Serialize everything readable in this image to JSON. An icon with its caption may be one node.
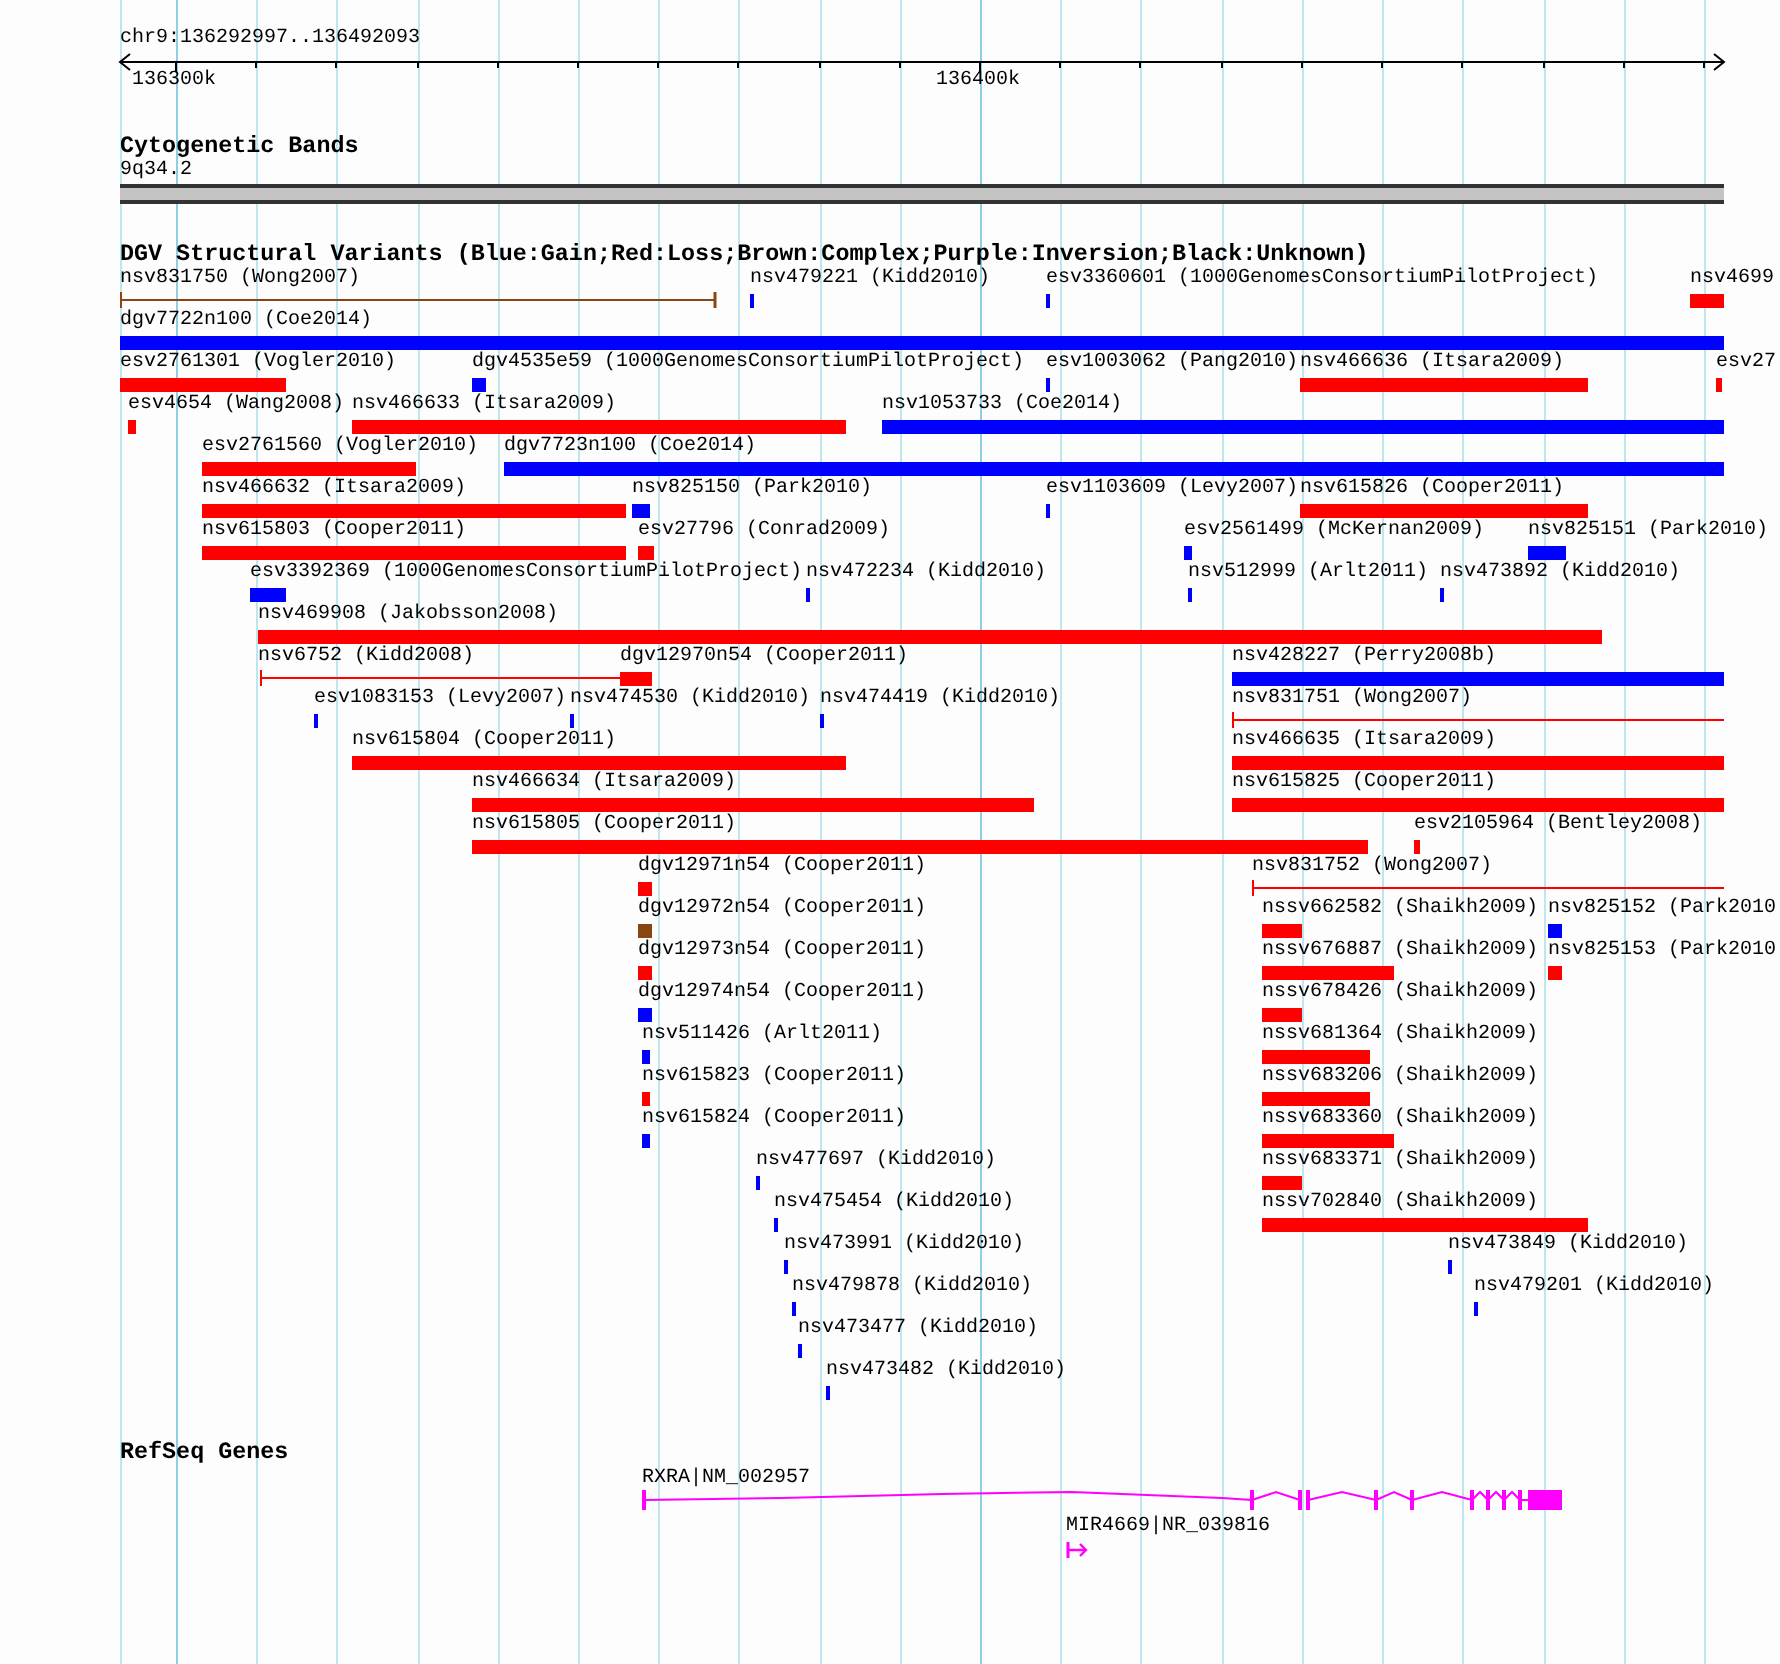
{
  "diagram": {
    "nodes": [
      {
        "text": [
          "nsv831750 (Wong2007)"
        ]
      },
      {
        "text": [
          "nsv479221 (Kidd2010)"
        ]
      },
      {
        "text": [
          "esv3360601 (1000GenomesConsortiumPilotProject)"
        ]
      },
      {
        "text": [
          "nsv4699"
        ]
      },
      {
        "text": [
          "dgv7722n100 (Coe2014)"
        ]
      },
      {
        "text": [
          "esv2761301 (Vogler2010)"
        ]
      },
      {
        "text": [
          "dgv4535e59 (1000GenomesConsortiumPilotProject)"
        ]
      },
      {
        "text": [
          "esv1003062 (Pang2010)"
        ]
      },
      {
        "text": [
          "nsv466636 (Itsara2009)"
        ]
      },
      {
        "text": [
          "esv27"
        ]
      },
      {
        "text": [
          "esv4654 (Wang2008)"
        ]
      },
      {
        "text": [
          "nsv466633 (Itsara2009)"
        ]
      },
      {
        "text": [
          "nsv1053733 (Coe2014)"
        ]
      },
      {
        "text": [
          "esv2761560 (Vogler2010)"
        ]
      },
      {
        "text": [
          "dgv7723n100 (Coe2014)"
        ]
      },
      {
        "text": [
          "nsv466632 (Itsara2009)"
        ]
      },
      {
        "text": [
          "nsv825150 (Park2010)"
        ]
      },
      {
        "text": [
          "esv1103609 (Levy2007)"
        ]
      },
      {
        "text": [
          "nsv615826 (Cooper2011)"
        ]
      },
      {
        "text": [
          "nsv615803 (Cooper2011)"
        ]
      },
      {
        "text": [
          "esv27796 (Conrad2009)"
        ]
      },
      {
        "text": [
          "esv2561499 (McKernan2009)"
        ]
      },
      {
        "text": [
          "nsv825151 (Park2010)"
        ]
      },
      {
        "text": [
          "esv3392369 (1000GenomesConsortiumPilotProject)"
        ]
      },
      {
        "text": [
          "nsv472234 (Kidd2010)"
        ]
      },
      {
        "text": [
          "nsv512999 (Arlt2011)"
        ]
      },
      {
        "text": [
          "nsv473892 (Kidd2010)"
        ]
      },
      {
        "text": [
          "nsv469908 (Jakobsson2008)"
        ]
      },
      {
        "text": [
          "nsv6752 (Kidd2008)"
        ]
      },
      {
        "text": [
          "dgv12970n54 (Cooper2011)"
        ]
      },
      {
        "text": [
          "nsv428227 (Perry2008b)"
        ]
      },
      {
        "text": [
          "esv1083153 (Levy2007)"
        ]
      },
      {
        "text": [
          "nsv474530 (Kidd2010)"
        ]
      },
      {
        "text": [
          "nsv474419 (Kidd2010)"
        ]
      },
      {
        "text": [
          "nsv831751 (Wong2007)"
        ]
      },
      {
        "text": [
          "nsv615804 (Cooper2011)"
        ]
      },
      {
        "text": [
          "nsv466635 (Itsara2009)"
        ]
      },
      {
        "text": [
          "nsv466634 (Itsara2009)"
        ]
      },
      {
        "text": [
          "nsv615825 (Cooper2011)"
        ]
      },
      {
        "text": [
          "nsv615805 (Cooper2011)"
        ]
      },
      {
        "text": [
          "esv2105964 (Bentley2008)"
        ]
      },
      {
        "text": [
          "dgv12971n54 (Cooper2011)"
        ]
      },
      {
        "text": [
          "nsv831752 (Wong2007)"
        ]
      },
      {
        "text": [
          "dgv12972n54 (Cooper2011)"
        ]
      },
      {
        "text": [
          "nssv662582 (Shaikh2009)"
        ]
      },
      {
        "text": [
          "nsv825152 (Park2010"
        ]
      },
      {
        "text": [
          "dgv12973n54 (Cooper2011)"
        ]
      },
      {
        "text": [
          "nssv676887 (Shaikh2009)"
        ]
      },
      {
        "text": [
          "nsv825153 (Park2010"
        ]
      },
      {
        "text": [
          "dgv12974n54 (Cooper2011)"
        ]
      },
      {
        "text": [
          "nssv678426 (Shaikh2009)"
        ]
      },
      {
        "text": [
          "nsv511426 (Arlt2011)"
        ]
      },
      {
        "text": [
          "nssv681364 (Shaikh2009)"
        ]
      },
      {
        "text": [
          "nsv615823 (Cooper2011)"
        ]
      },
      {
        "text": [
          "nssv683206 (Shaikh2009)"
        ]
      },
      {
        "text": [
          "nsv615824 (Cooper2011)"
        ]
      },
      {
        "text": [
          "nssv683360 (Shaikh2009)"
        ]
      },
      {
        "text": [
          "nsv477697 (Kidd2010)"
        ]
      },
      {
        "text": [
          "nssv683371 (Shaikh2009)"
        ]
      },
      {
        "text": [
          "nsv475454 (Kidd2010)"
        ]
      },
      {
        "text": [
          "nssv702840 (Shaikh2009)"
        ]
      },
      {
        "text": [
          "nsv473991 (Kidd2010)"
        ]
      },
      {
        "text": [
          "nsv473849 (Kidd2010)"
        ]
      },
      {
        "text": [
          "nsv479878 (Kidd2010)"
        ]
      },
      {
        "text": [
          "nsv479201 (Kidd2010)"
        ]
      },
      {
        "text": [
          "nsv473477 (Kidd2010)"
        ]
      },
      {
        "text": [
          "nsv473482 (Kidd2010)"
        ]
      },
      {
        "text": [
          "RXRA|NM_002957"
        ]
      },
      {
        "text": [
          "MIR4669|NR_039816"
        ]
      }
    ],
    "labels": [
      "chr9:136292997..136492093",
      "136300k",
      "136400k",
      "Cytogenetic Bands",
      "9q34.2",
      "DGV Structural Variants (Blue:Gain;Red:Loss;Brown:Complex;Purple:Inversion;Black:Unknown)",
      "RefSeq Genes"
    ]
  }
}
